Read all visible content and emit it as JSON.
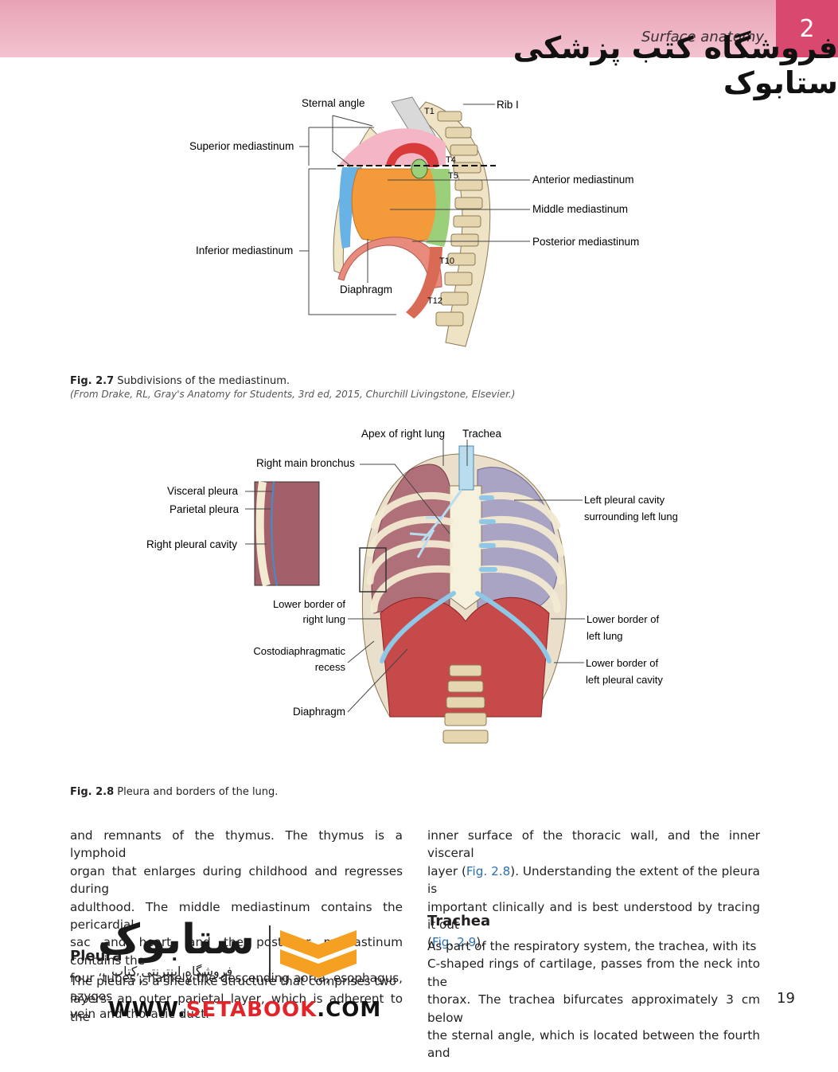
{
  "header": {
    "running_head": "Surface anatomy",
    "chapter_number": "2",
    "watermark_text": "فروشگاه کتب پزشکی ستابوک"
  },
  "fig27": {
    "labels": {
      "sternal_angle": "Sternal angle",
      "rib1": "Rib I",
      "superior": "Superior mediastinum",
      "inferior": "Inferior mediastinum",
      "diaphragm": "Diaphragm",
      "anterior": "Anterior mediastinum",
      "middle": "Middle mediastinum",
      "posterior": "Posterior mediastinum",
      "t1": "T1",
      "t4": "T4",
      "t5": "T5",
      "t10": "T10",
      "t12": "T12"
    },
    "caption_label": "Fig. 2.7",
    "caption_text": " Subdivisions of the mediastinum.",
    "credit": "(From Drake, RL, Gray's Anatomy for Students, 3rd ed, 2015, Churchill Livingstone, Elsevier.)"
  },
  "fig28": {
    "labels": {
      "apex": "Apex of right lung",
      "trachea": "Trachea",
      "right_main_bronchus": "Right main bronchus",
      "visceral": "Visceral pleura",
      "parietal": "Parietal pleura",
      "right_cavity": "Right pleural cavity",
      "left_cavity_1": "Left pleural cavity",
      "left_cavity_2": "surrounding left lung",
      "lower_right_1": "Lower border of",
      "lower_right_2": "right lung",
      "costo_1": "Costodiaphragmatic",
      "costo_2": "recess",
      "diaphragm": "Diaphragm",
      "lower_left_1": "Lower border of",
      "lower_left_2": "left lung",
      "lower_left_pl_1": "Lower border of",
      "lower_left_pl_2": "left pleural cavity"
    },
    "caption_label": "Fig. 2.8",
    "caption_text": " Pleura and borders of the lung."
  },
  "col_left": {
    "lines": [
      "and remnants of the thymus. The thymus is a lymphoid",
      "organ that enlarges during childhood and regresses during",
      "adulthood. The middle mediastinum contains the pericardial",
      "sac and heart, and the posterior mediastinum contains the",
      "four ‘tubes’, namely the descending aorta, esophagus, azygos",
      "vein and thoracic duct."
    ],
    "heading": "Pleura",
    "lines2": [
      "The pleura is a sheetlike structure that comprises two",
      "layers: an outer parietal layer, which is adherent to the"
    ]
  },
  "col_right": {
    "p1_a": "inner surface of the thoracic wall, and the inner visceral",
    "p1_b_pre": "layer (",
    "p1_b_link": "Fig. 2.8",
    "p1_b_post": "). Understanding the extent of the pleura is",
    "p1_c": "important clinically and is best understood by tracing it out",
    "p1_d_pre": "(",
    "p1_d_link": "Fig. 2.9",
    "p1_d_post": ").",
    "heading": "Trachea",
    "lines": [
      "As part of the respiratory system, the trachea, with its",
      "C-shaped rings of cartilage, passes from the neck into the",
      "thorax. The trachea bifurcates approximately 3 cm below",
      "the sternal angle, which is located between the fourth and"
    ]
  },
  "page_number": "19",
  "logo": {
    "brand_fa": "ستابوک",
    "sub_fa": "فروشگاه اینترنتی کتاب",
    "url_a": "WWW.",
    "url_b": "SETABOOK",
    "url_c": ".COM"
  },
  "colors": {
    "header_pink": "#f3c3d0",
    "chapter_tab": "#d9486f",
    "link_blue": "#2a6fb0",
    "logo_orange": "#f5a021"
  }
}
